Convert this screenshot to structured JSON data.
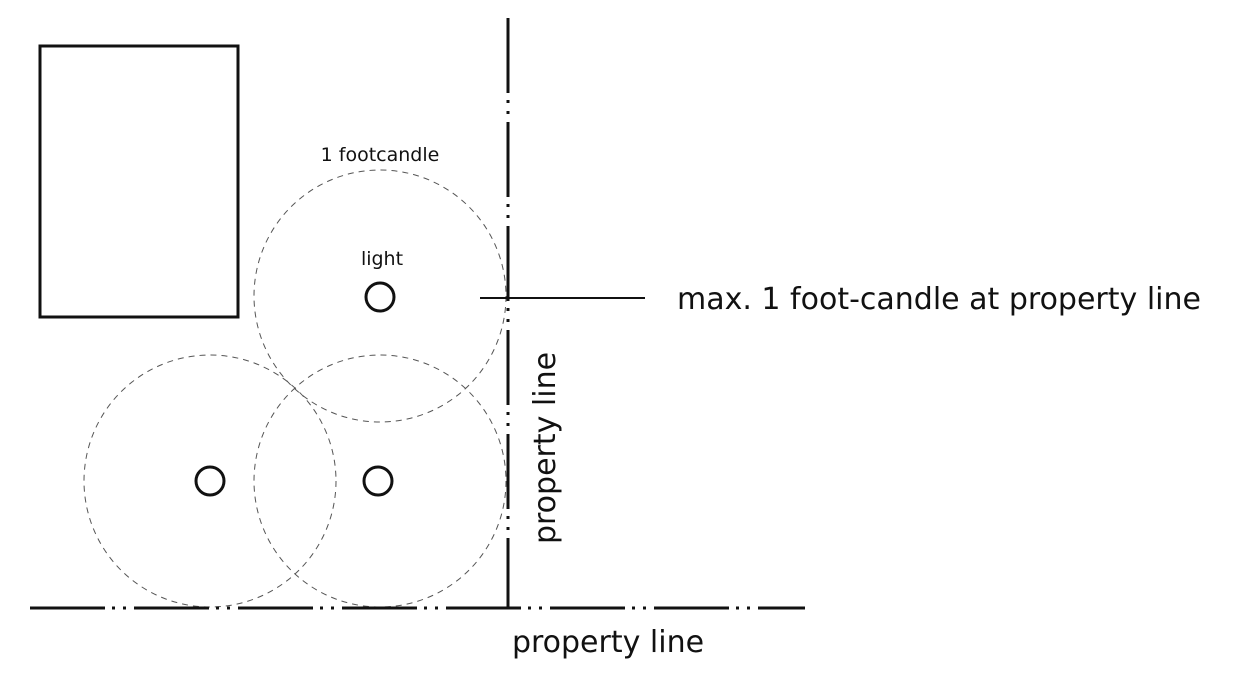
{
  "labels": {
    "footcandle": "1 footcandle",
    "light": "light",
    "max_note": "max. 1 foot-candle at property line",
    "property_line_vertical": "property line",
    "property_line_horizontal": "property line"
  },
  "colors": {
    "ink": "#111111",
    "dashed": "#555555"
  }
}
